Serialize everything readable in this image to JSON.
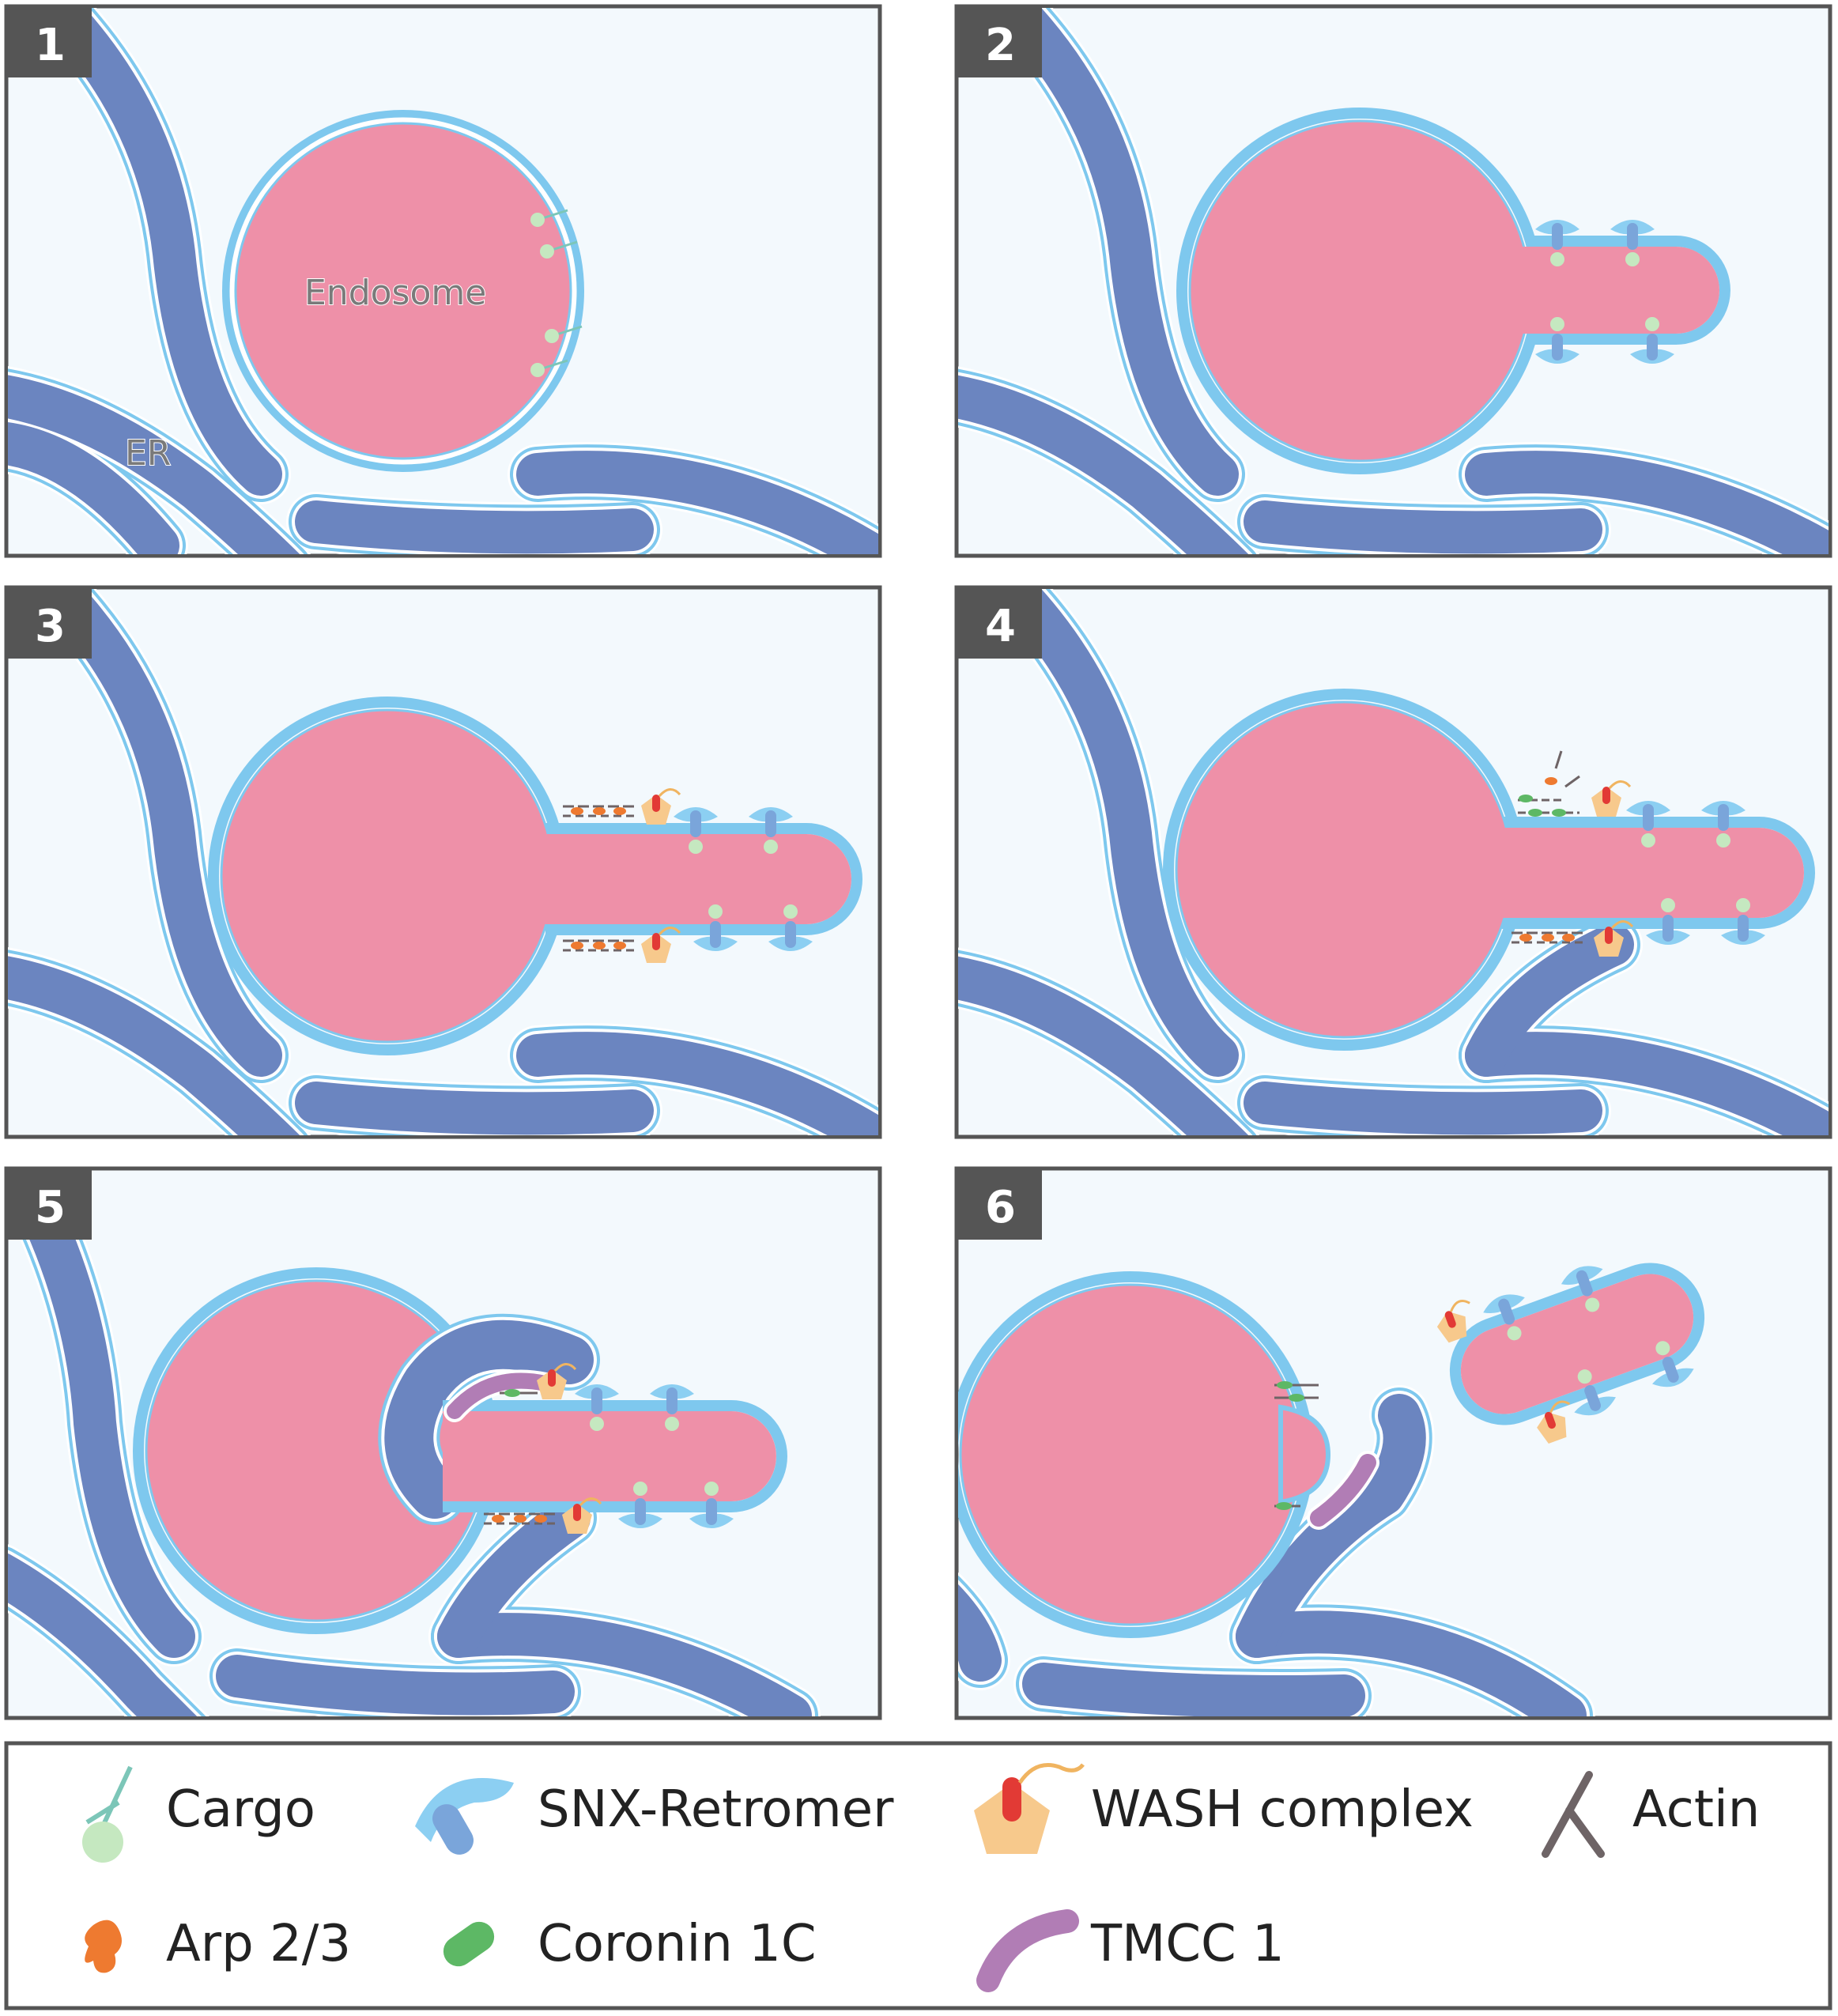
{
  "panels": [
    {
      "number": "1",
      "labels": {
        "endosome": "Endosome",
        "er": "ER"
      }
    },
    {
      "number": "2"
    },
    {
      "number": "3"
    },
    {
      "number": "4"
    },
    {
      "number": "5"
    },
    {
      "number": "6"
    }
  ],
  "legend": {
    "items": [
      {
        "icon": "cargo-icon",
        "label": "Cargo"
      },
      {
        "icon": "snx-retromer-icon",
        "label": "SNX-Retromer"
      },
      {
        "icon": "wash-complex-icon",
        "label": "WASH complex"
      },
      {
        "icon": "actin-icon",
        "label": "Actin"
      },
      {
        "icon": "arp23-icon",
        "label": "Arp 2/3"
      },
      {
        "icon": "coronin-icon",
        "label": "Coronin 1C"
      },
      {
        "icon": "tmcc1-icon",
        "label": "TMCC 1"
      }
    ]
  },
  "colors": {
    "endosome": "#ee90a8",
    "er": "#6b85c0",
    "membrane": "#7ec8ee",
    "cargo": "#c5e8c0",
    "snx_retromer": "#8ccff2",
    "wash_complex": "#f7c98c",
    "wash_red": "#e23a35",
    "actin": "#6e6466",
    "arp23": "#ee7a30",
    "coronin": "#5db865",
    "tmcc1": "#b17db5",
    "background": "#f3f9fd",
    "frame": "#555555"
  }
}
